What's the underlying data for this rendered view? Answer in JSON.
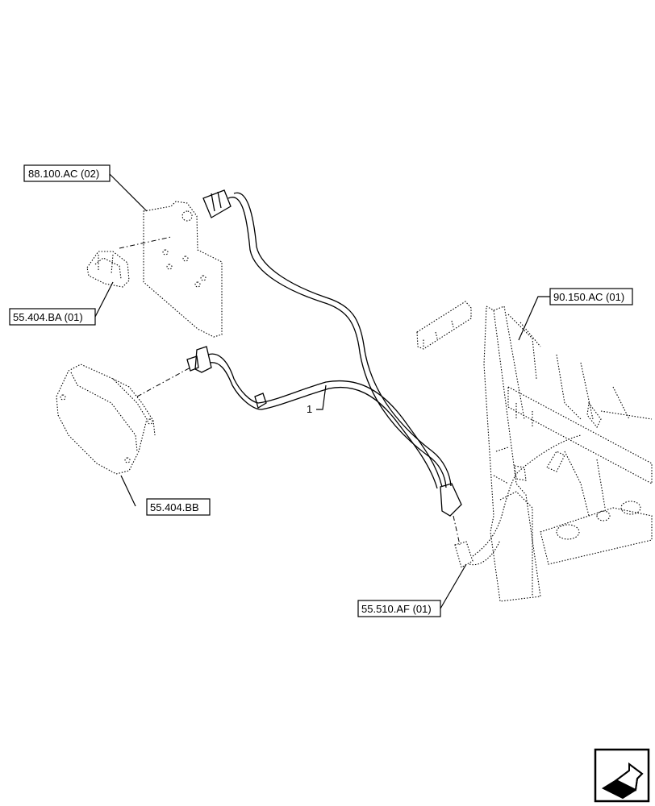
{
  "callouts": {
    "bracket_ref": "88.100.AC (02)",
    "lamp_small_ref": "55.404.BA (01)",
    "lamp_large_ref": "55.404.BB",
    "frame_ref": "90.150.AC (01)",
    "connector_ref": "55.510.AF (01)",
    "harness_item": "1"
  },
  "nav": {
    "icon": "next-page-arrow-icon"
  }
}
